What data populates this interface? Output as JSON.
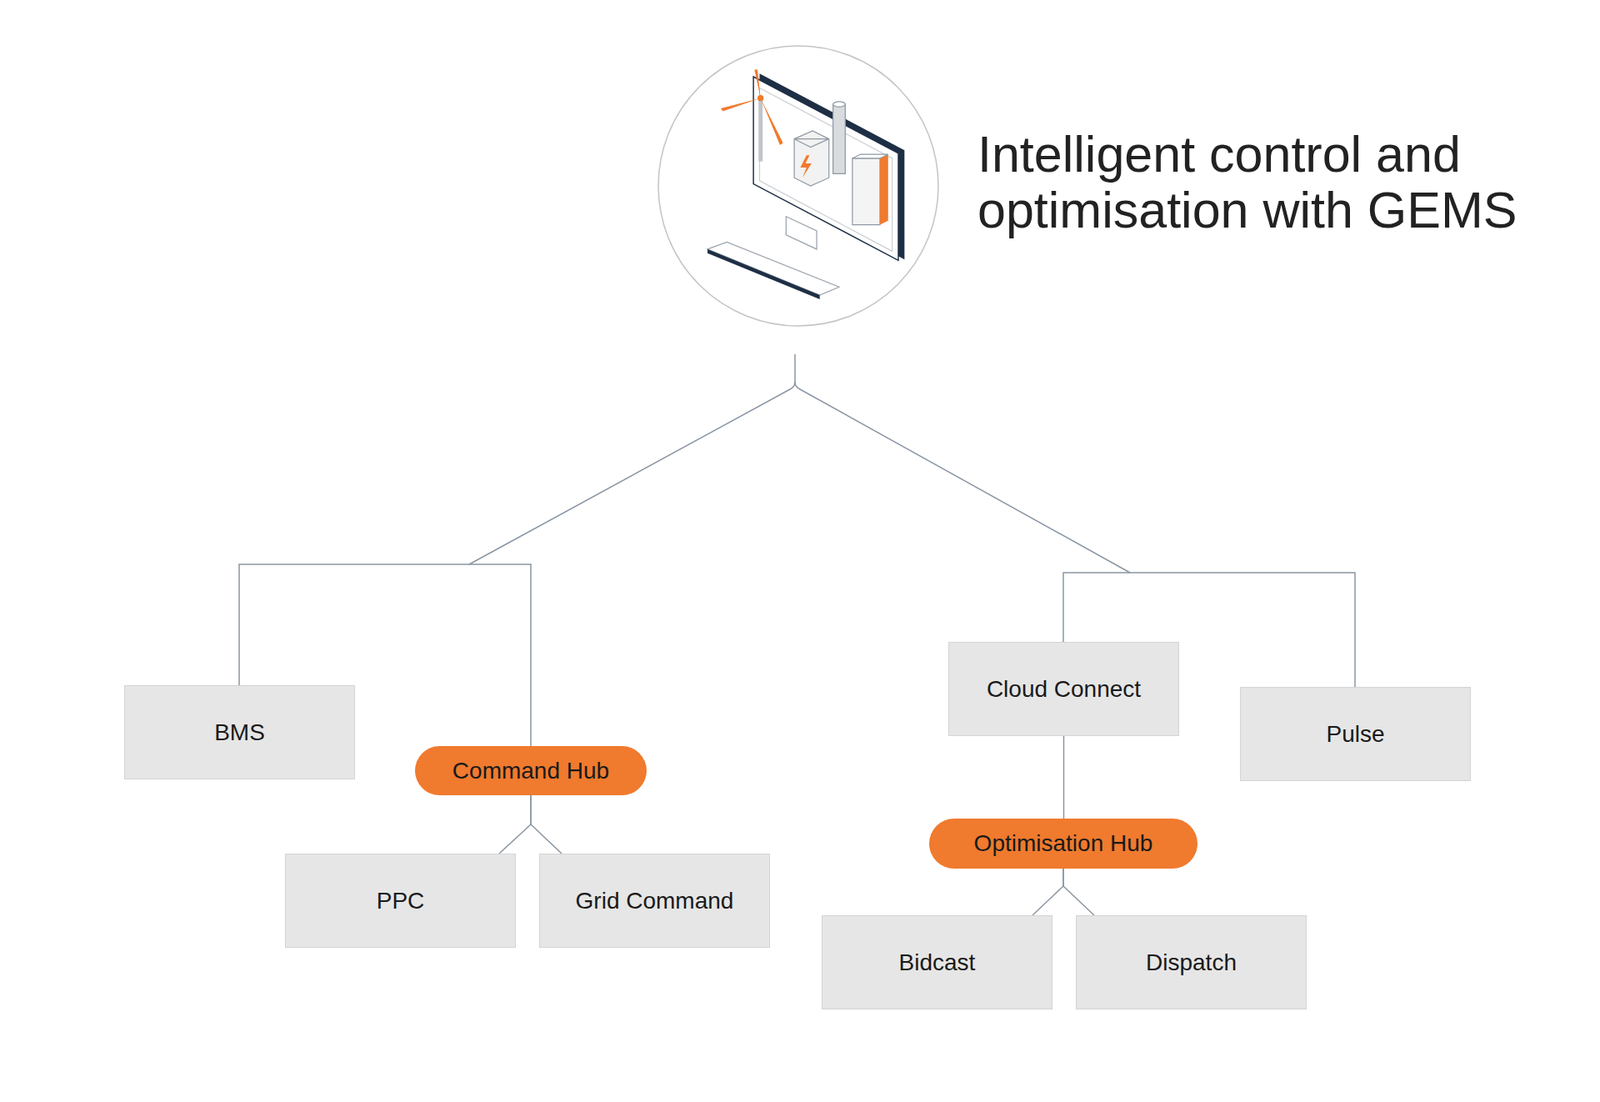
{
  "diagram": {
    "title": "Intelligent control and optimisation with GEMS",
    "nodes": [
      {
        "text": [
          "BMS"
        ]
      },
      {
        "text": [
          "Command Hub"
        ]
      },
      {
        "text": [
          "PPC"
        ]
      },
      {
        "text": [
          "Grid Command"
        ]
      },
      {
        "text": [
          "Cloud Connect"
        ]
      },
      {
        "text": [
          "Pulse"
        ]
      },
      {
        "text": [
          "Optimisation Hub"
        ]
      },
      {
        "text": [
          "Bidcast"
        ]
      },
      {
        "text": [
          "Dispatch"
        ]
      }
    ],
    "edges": [
      {
        "from": 1,
        "to": 2,
        "arrow": "none"
      },
      {
        "from": 1,
        "to": 3,
        "arrow": "none"
      },
      {
        "from": 4,
        "to": 6,
        "arrow": "none"
      },
      {
        "from": 6,
        "to": 7,
        "arrow": "none"
      },
      {
        "from": 6,
        "to": 8,
        "arrow": "none"
      }
    ]
  }
}
